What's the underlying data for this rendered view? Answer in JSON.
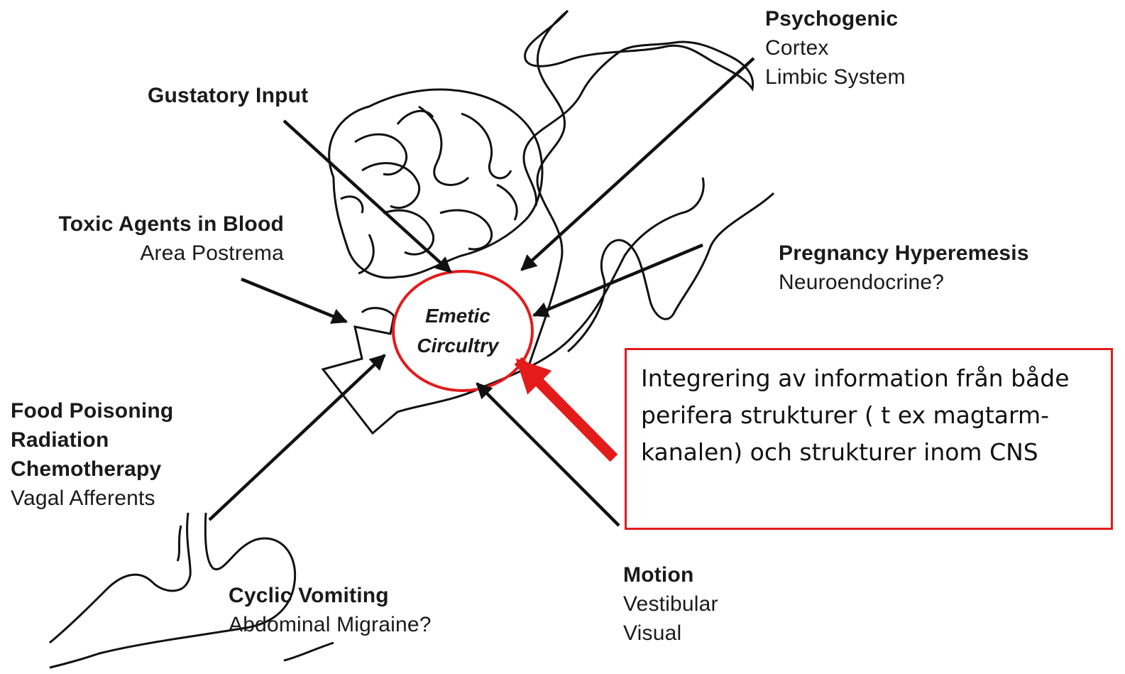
{
  "diagram": {
    "center": {
      "line1": "Emetic",
      "line2": "Circultry"
    },
    "labels": {
      "psychogenic": {
        "title": "Psychogenic",
        "lines": [
          "Cortex",
          "Limbic System"
        ]
      },
      "gustatory": {
        "title": "Gustatory Input"
      },
      "toxic": {
        "title": "Toxic Agents in Blood",
        "lines": [
          "Area Postrema"
        ]
      },
      "pregnancy": {
        "title": "Pregnancy Hyperemesis",
        "lines": [
          "Neuroendocrine?"
        ]
      },
      "food": {
        "title_lines": [
          "Food Poisoning",
          "Radiation",
          "Chemotherapy"
        ],
        "lines": [
          "Vagal Afferents"
        ]
      },
      "cyclic": {
        "title": "Cyclic Vomiting",
        "lines": [
          "Abdominal Migraine?"
        ]
      },
      "motion": {
        "title": "Motion",
        "lines": [
          "Vestibular",
          "Visual"
        ]
      }
    },
    "callout_text": "Integrering av information från både perifera strukturer ( t ex magtarm-kanalen) och  strukturer inom CNS",
    "colors": {
      "highlight": "#e31b1b",
      "ink": "#111111"
    }
  }
}
